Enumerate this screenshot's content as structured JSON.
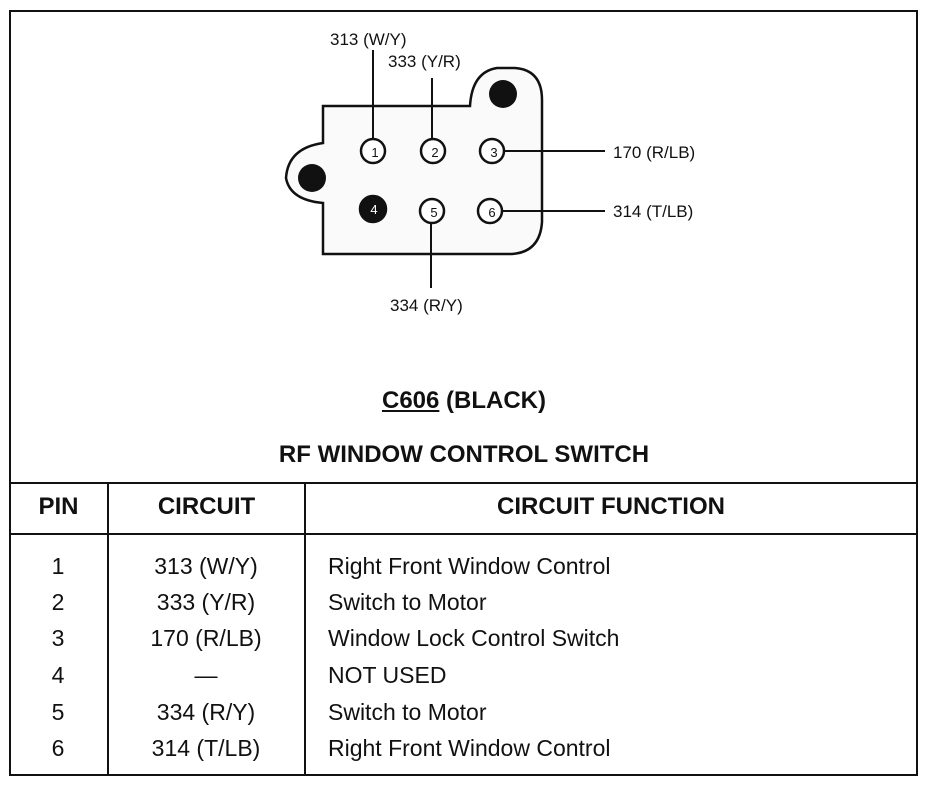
{
  "connector": {
    "id": "C606",
    "color_label": "(BLACK)",
    "name": "RF WINDOW CONTROL SWITCH",
    "pins": [
      {
        "number": "1",
        "filled": false
      },
      {
        "number": "2",
        "filled": false
      },
      {
        "number": "3",
        "filled": false
      },
      {
        "number": "4",
        "filled": true
      },
      {
        "number": "5",
        "filled": false
      },
      {
        "number": "6",
        "filled": false
      }
    ],
    "wire_labels": {
      "pin1": "313 (W/Y)",
      "pin2": "333 (Y/R)",
      "pin3": "170 (R/LB)",
      "pin5": "334 (R/Y)",
      "pin6": "314 (T/LB)"
    }
  },
  "table": {
    "headers": [
      "PIN",
      "CIRCUIT",
      "CIRCUIT FUNCTION"
    ],
    "rows": [
      {
        "pin": "1",
        "circuit": "313 (W/Y)",
        "function": "Right Front Window Control"
      },
      {
        "pin": "2",
        "circuit": "333 (Y/R)",
        "function": "Switch to Motor"
      },
      {
        "pin": "3",
        "circuit": "170 (R/LB)",
        "function": "Window Lock Control Switch"
      },
      {
        "pin": "4",
        "circuit": "—",
        "function": "NOT USED"
      },
      {
        "pin": "5",
        "circuit": "334 (R/Y)",
        "function": "Switch to Motor"
      },
      {
        "pin": "6",
        "circuit": "314 (T/LB)",
        "function": "Right Front Window Control"
      }
    ]
  }
}
